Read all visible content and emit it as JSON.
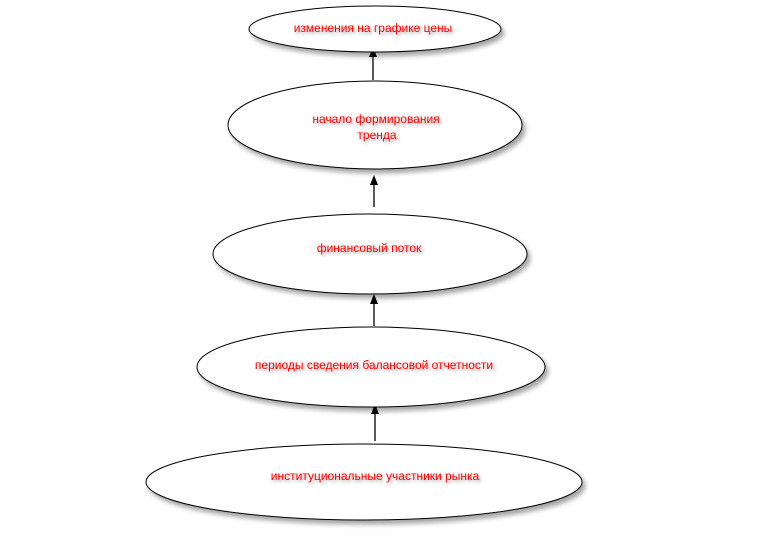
{
  "diagram": {
    "title": "",
    "nodes": [
      {
        "id": "price-changes",
        "lines": [
          "изменения на графике цены"
        ]
      },
      {
        "id": "trend-start",
        "lines": [
          "начало формирования",
          "тренда"
        ]
      },
      {
        "id": "financial-flow",
        "lines": [
          "финансовый поток"
        ]
      },
      {
        "id": "balance-periods",
        "lines": [
          "периоды сведения балансовой отчетности"
        ]
      },
      {
        "id": "institutional",
        "lines": [
          "институциональные участники рынка"
        ]
      }
    ],
    "edges": [
      {
        "from": "trend-start",
        "to": "price-changes"
      },
      {
        "from": "financial-flow",
        "to": "trend-start"
      },
      {
        "from": "balance-periods",
        "to": "financial-flow"
      },
      {
        "from": "institutional",
        "to": "balance-periods"
      }
    ],
    "colors": {
      "text": "#ff0000",
      "stroke": "#000000"
    }
  }
}
